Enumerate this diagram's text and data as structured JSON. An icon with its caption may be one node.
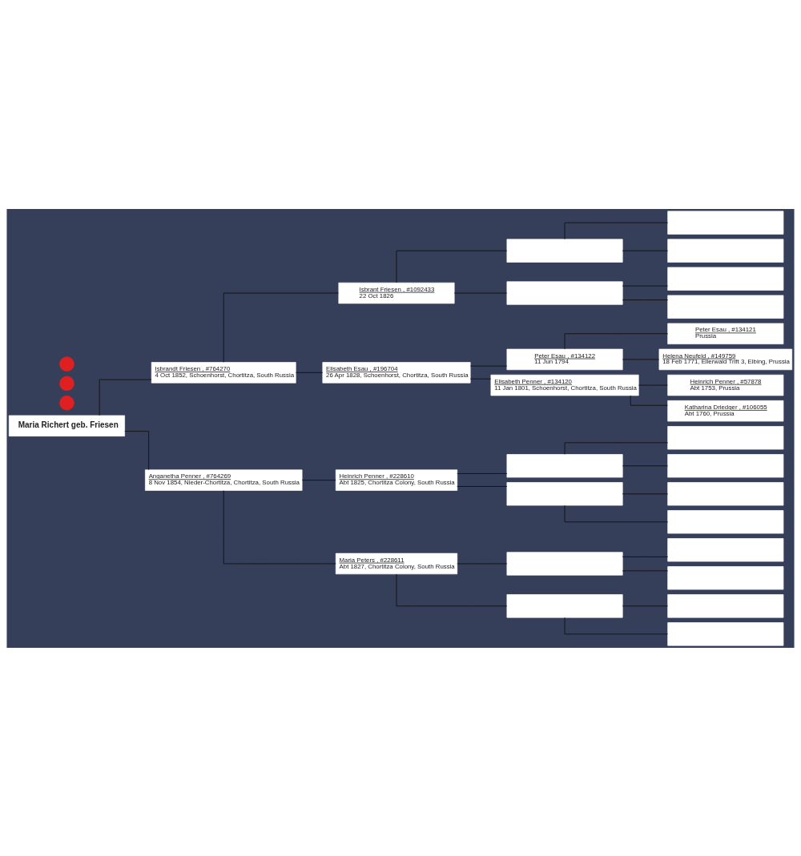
{
  "diagram": {
    "nodes": [
      {
        "text": [
          "Maria Richert geb. Friesen"
        ]
      },
      {
        "text": [
          "Isbrandt Friesen , #764270",
          "4 Oct 1852, Schoenhorst, Chortitza, South Russia"
        ]
      },
      {
        "text": [
          "Anganetha Penner , #764269",
          "8 Nov 1854, Nieder-Chortitza, Chortitza, South Russia"
        ]
      },
      {
        "text": [
          "Isbrant Friesen , #1092433",
          "22 Oct 1826"
        ]
      },
      {
        "text": [
          "Elisabeth Esau , #196704",
          "26 Apr 1828, Schoenhorst, Chortitza, South Russia"
        ]
      },
      {
        "text": [
          "Heinrich Penner , #228610",
          "Abt 1825, Chortitza Colony, South Russia"
        ]
      },
      {
        "text": [
          "Maria Peters , #228611",
          "Abt 1827, Chortitza Colony, South Russia"
        ]
      },
      {
        "text": [],
        "shape": "box"
      },
      {
        "text": [],
        "shape": "box"
      },
      {
        "text": [
          "Peter Esau , #134122",
          "11 Jun 1794"
        ]
      },
      {
        "text": [
          "Elisabeth Penner , #134120",
          "11 Jan 1801, Schoenhorst, Chortitza, South Russia"
        ]
      },
      {
        "text": [],
        "shape": "box"
      },
      {
        "text": [],
        "shape": "box"
      },
      {
        "text": [],
        "shape": "box"
      },
      {
        "text": [],
        "shape": "box"
      },
      {
        "text": [],
        "shape": "box"
      },
      {
        "text": [],
        "shape": "box"
      },
      {
        "text": [],
        "shape": "box"
      },
      {
        "text": [],
        "shape": "box"
      },
      {
        "text": [
          "Peter Esau , #134121",
          "Prussia"
        ]
      },
      {
        "text": [
          "Helena Neufeld , #149759",
          "18 Feb 1771, Ellerwald Trift 3, Elbing, Prussia"
        ]
      },
      {
        "text": [
          "Heinrich Penner , #57878",
          "Abt 1753, Prussia"
        ]
      },
      {
        "text": [
          "Katharina Driedger , #106055",
          "Abt 1760, Prussia"
        ]
      },
      {
        "text": [],
        "shape": "box"
      },
      {
        "text": [],
        "shape": "box"
      },
      {
        "text": [],
        "shape": "box"
      },
      {
        "text": [],
        "shape": "box"
      },
      {
        "text": [],
        "shape": "box"
      },
      {
        "text": [],
        "shape": "box"
      },
      {
        "text": [],
        "shape": "box"
      },
      {
        "text": [],
        "shape": "box"
      },
      {
        "text": [],
        "shape": "circle"
      },
      {
        "text": [],
        "shape": "circle"
      },
      {
        "text": [],
        "shape": "circle"
      }
    ],
    "edges": [
      {
        "from": 0,
        "to": 1,
        "arrow": "none"
      },
      {
        "from": 0,
        "to": 2,
        "arrow": "none"
      },
      {
        "from": 1,
        "to": 3,
        "arrow": "none"
      },
      {
        "from": 1,
        "to": 4,
        "arrow": "none"
      },
      {
        "from": 2,
        "to": 5,
        "arrow": "none"
      },
      {
        "from": 2,
        "to": 6,
        "arrow": "none"
      },
      {
        "from": 3,
        "to": 7,
        "arrow": "none"
      },
      {
        "from": 3,
        "to": 8,
        "arrow": "none"
      },
      {
        "from": 4,
        "to": 9,
        "arrow": "none"
      },
      {
        "from": 4,
        "to": 10,
        "arrow": "none"
      },
      {
        "from": 5,
        "to": 11,
        "arrow": "none"
      },
      {
        "from": 5,
        "to": 12,
        "arrow": "none"
      },
      {
        "from": 6,
        "to": 13,
        "arrow": "none"
      },
      {
        "from": 6,
        "to": 14,
        "arrow": "none"
      },
      {
        "from": 7,
        "to": 15,
        "arrow": "none"
      },
      {
        "from": 7,
        "to": 16,
        "arrow": "none"
      },
      {
        "from": 8,
        "to": 17,
        "arrow": "none"
      },
      {
        "from": 8,
        "to": 18,
        "arrow": "none"
      },
      {
        "from": 9,
        "to": 19,
        "arrow": "none"
      },
      {
        "from": 9,
        "to": 20,
        "arrow": "none"
      },
      {
        "from": 10,
        "to": 21,
        "arrow": "none"
      },
      {
        "from": 10,
        "to": 22,
        "arrow": "none"
      },
      {
        "from": 11,
        "to": 23,
        "arrow": "none"
      },
      {
        "from": 11,
        "to": 24,
        "arrow": "none"
      },
      {
        "from": 12,
        "to": 25,
        "arrow": "none"
      },
      {
        "from": 12,
        "to": 26,
        "arrow": "none"
      },
      {
        "from": 13,
        "to": 27,
        "arrow": "none"
      },
      {
        "from": 13,
        "to": 28,
        "arrow": "none"
      },
      {
        "from": 14,
        "to": 29,
        "arrow": "none"
      },
      {
        "from": 14,
        "to": 30,
        "arrow": "none"
      }
    ]
  }
}
